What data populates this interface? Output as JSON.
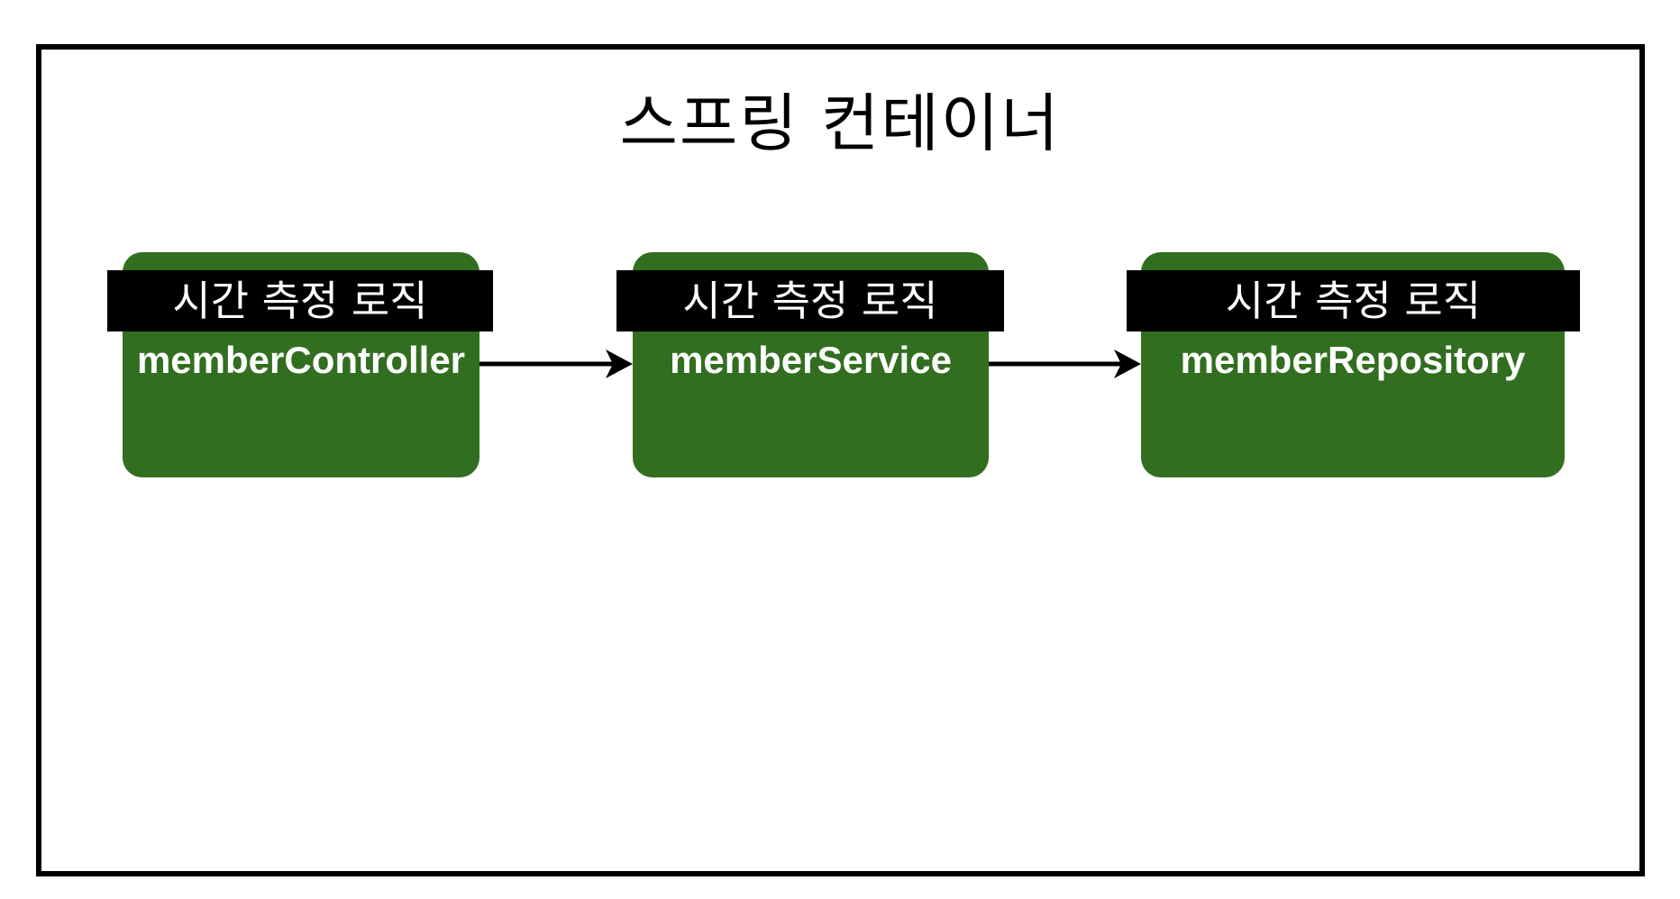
{
  "diagram": {
    "title": "스프링 컨테이너",
    "beans": [
      {
        "name": "memberController",
        "proxy_label": "시간 측정 로직"
      },
      {
        "name": "memberService",
        "proxy_label": "시간 측정 로직"
      },
      {
        "name": "memberRepository",
        "proxy_label": "시간 측정 로직"
      }
    ],
    "connections": [
      {
        "from": "memberController",
        "to": "memberService"
      },
      {
        "from": "memberService",
        "to": "memberRepository"
      }
    ],
    "colors": {
      "bean_fill": "#326e20",
      "proxy_band": "#000000",
      "border": "#000000",
      "text_light": "#ffffff"
    }
  }
}
